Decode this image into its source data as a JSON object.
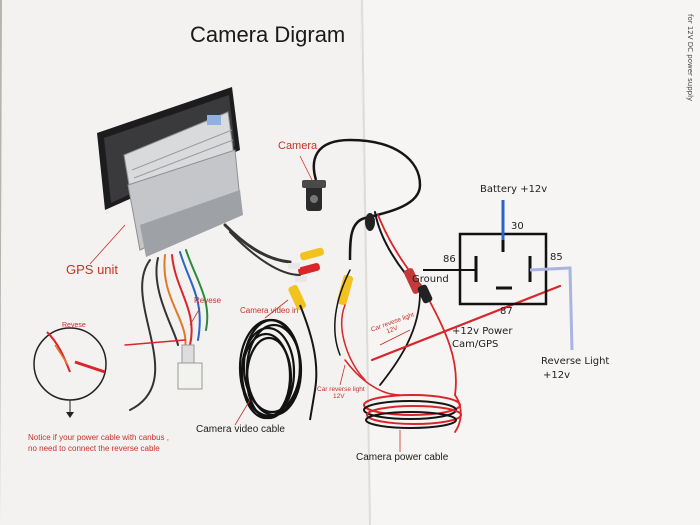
{
  "title": "Camera Digram",
  "labels": {
    "camera": "Camera",
    "gps_unit": "GPS unit",
    "reverse_top": "Revese",
    "reverse_inset": "Revese",
    "camera_video_in": "Camera video in",
    "camera_video_cable": "Camera video cable",
    "car_reverse_light_1": "Car revese light",
    "car_reverse_light_1_sub": "12V",
    "car_reverse_light_2": "Car reverse light",
    "car_reverse_light_2_sub": "12V",
    "camera_power_cable": "Camera power cable",
    "notice_line1": "Notice    if your power cable with canbus ,",
    "notice_line2": "no need to connect the reverse cable",
    "edge_note": "for 12V DC power supply"
  },
  "relay": {
    "battery": "Battery +12v",
    "pin30": "30",
    "pin86": "86",
    "pin85": "85",
    "pin87": "87",
    "ground": "Ground",
    "power_line1": "+12v Power",
    "power_line2": "Cam/GPS",
    "reverse_line1": "Reverse Light",
    "reverse_line2": "+12v"
  },
  "colors": {
    "paper": "#f4f3f1",
    "label_red": "#c8322a",
    "wire_red": "#d8262a",
    "wire_blue": "#2c63c8",
    "wire_lightblue": "#a9b4e2",
    "yellow_plug": "#f2c21e"
  }
}
